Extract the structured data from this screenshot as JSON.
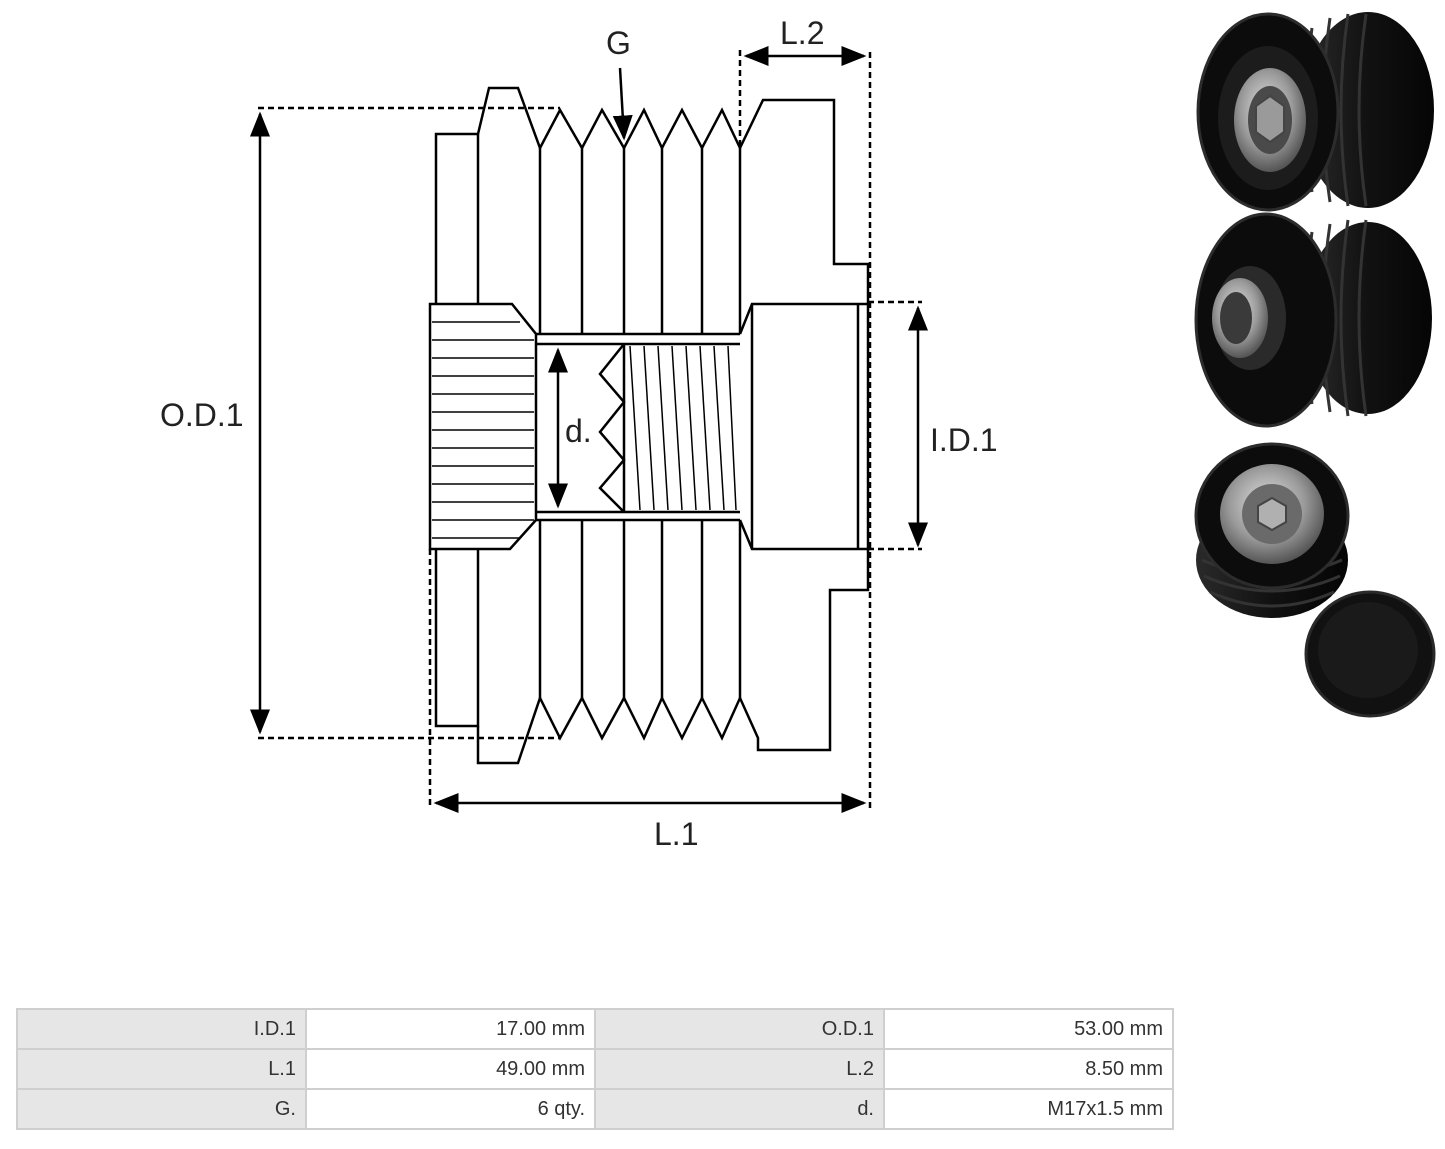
{
  "labels": {
    "g": "G",
    "l2": "L.2",
    "od1": "O.D.1",
    "id1": "I.D.1",
    "d": "d.",
    "l1": "L.1"
  },
  "specs": [
    {
      "label1": "I.D.1",
      "value1": "17.00 mm",
      "label2": "O.D.1",
      "value2": "53.00 mm"
    },
    {
      "label1": "L.1",
      "value1": "49.00 mm",
      "label2": "L.2",
      "value2": "8.50 mm"
    },
    {
      "label1": "G.",
      "value1": "6 qty.",
      "label2": "d.",
      "value2": "M17x1.5 mm"
    }
  ],
  "colors": {
    "line": "#000000",
    "pulley_body": "#151515",
    "bearing_metal": "#9a9a9a",
    "table_label_bg": "#e6e6e6",
    "table_border": "#cfcfcf"
  }
}
